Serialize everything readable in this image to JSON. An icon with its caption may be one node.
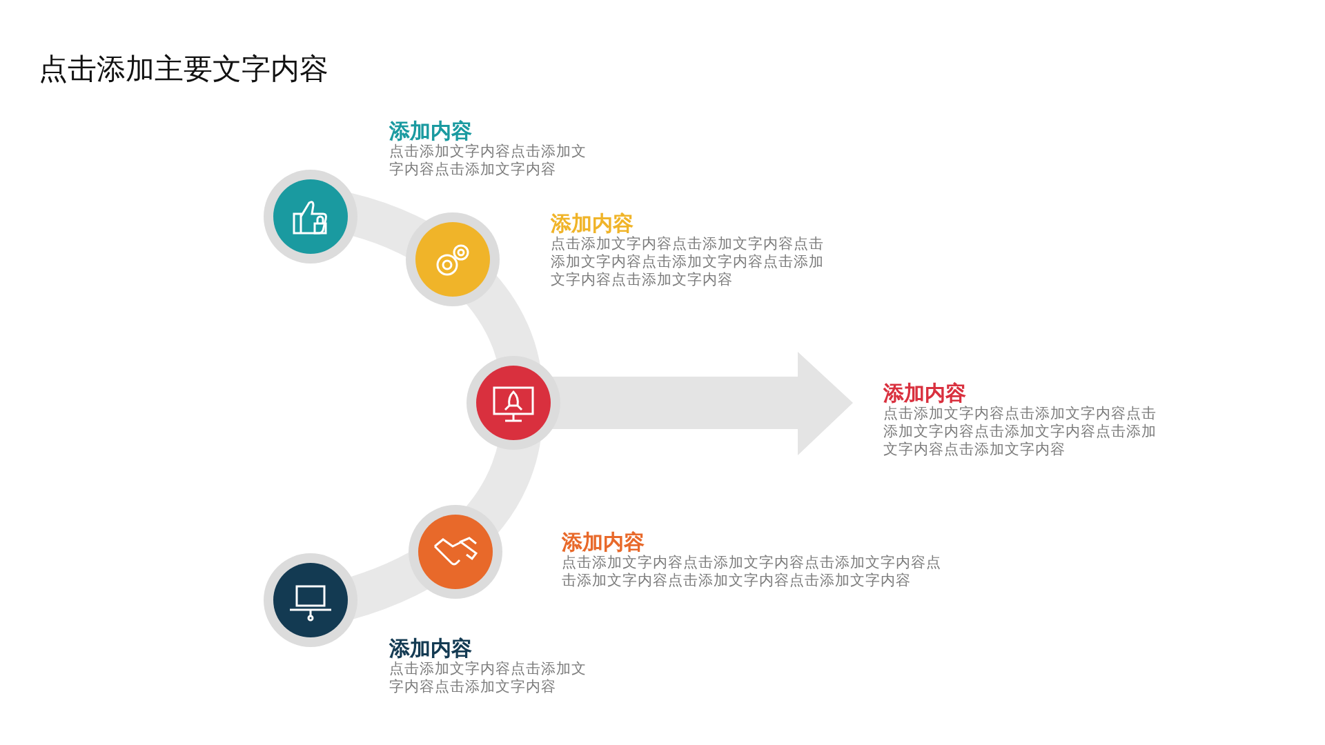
{
  "diagram": {
    "title": "点击添加主要文字内容",
    "labels": [
      "添加内容",
      "点击添加文字内容点击添加文字内容点击添加文字内容",
      "添加内容",
      "点击添加文字内容点击添加文字内容点击添加文字内容点击添加文字内容点击添加文字内容点击添加文字内容",
      "添加内容",
      "点击添加文字内容点击添加文字内容点击添加文字内容点击添加文字内容点击添加文字内容点击添加文字内容",
      "添加内容",
      "点击添加文字内容点击添加文字内容点击添加文字内容点击添加文字内容点击添加文字内容点击添加文字内容",
      "添加内容",
      "点击添加文字内容点击添加文字内容点击添加文字内容"
    ]
  }
}
